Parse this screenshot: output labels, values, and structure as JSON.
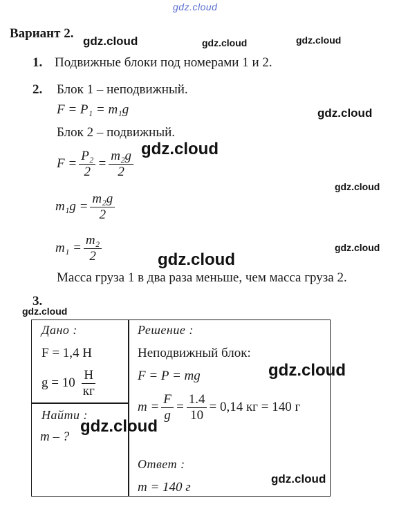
{
  "watermark_top": "gdz.cloud",
  "watermark": "gdz.cloud",
  "variant_title": "Вариант 2.",
  "item1": {
    "num": "1.",
    "text": "Подвижные блоки под номерами 1 и 2."
  },
  "item2": {
    "num": "2.",
    "block1": "Блок 1  –  неподвижный.",
    "eq1": "F = P₁ = m₁g",
    "block2": "Блок 2  –  подвижный.",
    "eq2_lhs": "F =",
    "eq2_frac1_num": "P₂",
    "eq2_frac1_den": "2",
    "eq2_eq": "=",
    "eq2_frac2_num": "m₂g",
    "eq2_frac2_den": "2",
    "eq3_lhs": "m₁g =",
    "eq3_num": "m₂g",
    "eq3_den": "2",
    "eq4_lhs": "m₁ =",
    "eq4_num": "m₂",
    "eq4_den": "2",
    "conclusion": "Масса груза 1 в два раза меньше, чем масса груза 2."
  },
  "item3": {
    "num": "3.",
    "dano_label": "Дано :",
    "given_F": "F = 1,4 Н",
    "given_g_lhs": "g = 10",
    "given_g_num": "Н",
    "given_g_den": "кг",
    "find_label": "Найти :",
    "find_value": "m – ?",
    "solution_label": "Решение :",
    "solution_line1": "Неподвижный блок:",
    "solution_line2": "F = P = mg",
    "sol3_lhs": "m =",
    "sol3_frac1_num": "F",
    "sol3_frac1_den": "g",
    "sol3_eq": "=",
    "sol3_frac2_num": "1.4",
    "sol3_frac2_den": "10",
    "sol3_rhs": "= 0,14 кг = 140 г",
    "answer_label": "Ответ :",
    "answer_value": "m = 140 г"
  }
}
